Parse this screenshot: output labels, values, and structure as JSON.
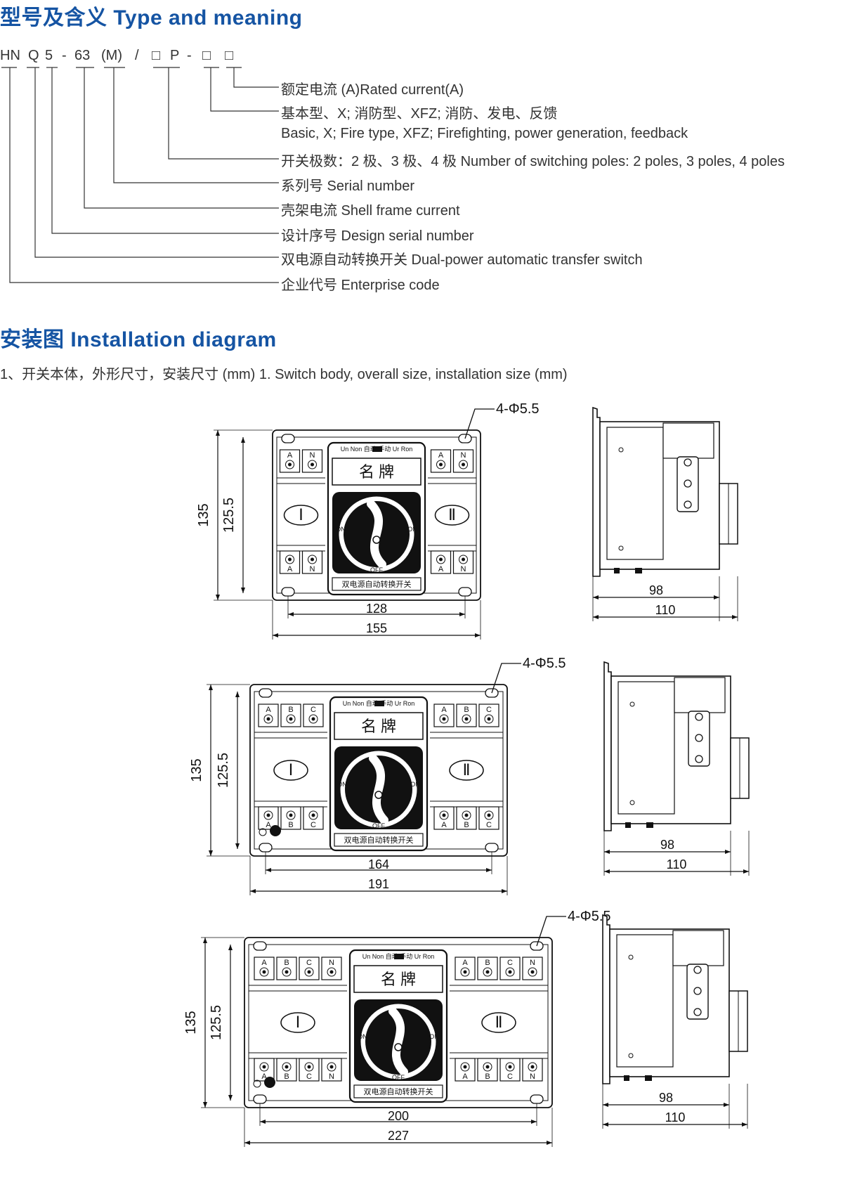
{
  "type_section": {
    "title": "型号及含义 Type and meaning",
    "code_parts": [
      "HN",
      "Q",
      "5",
      "-",
      "63",
      "(M)",
      "/",
      "□",
      "P",
      "-",
      "□",
      "□"
    ],
    "lines": [
      "额定电流 (A)Rated current(A)",
      "基本型、X; 消防型、XFZ; 消防、发电、反馈",
      "Basic, X; Fire type, XFZ; Firefighting, power generation, feedback",
      "开关极数：2 极、3 极、4 极 Number of switching poles: 2 poles, 3 poles, 4 poles",
      "系列号 Serial number",
      "壳架电流 Shell frame current",
      "设计序号 Design serial number",
      "双电源自动转换开关 Dual-power automatic transfer switch",
      "企业代号 Enterprise code"
    ]
  },
  "install_section": {
    "title": "安装图 Installation diagram",
    "subtitle": "1、开关本体，外形尺寸，安装尺寸 (mm) 1. Switch body, overall size, installation size (mm)"
  },
  "panel_labels": {
    "top_indicators": "Un Non 自动  手动 Ur Ron",
    "nameplate": "名  牌",
    "bottom_label": "双电源自动转换开关",
    "on": "ON",
    "off": "OFF",
    "source_1": "Ⅰ",
    "source_2": "Ⅱ"
  },
  "diagrams": [
    {
      "poles": 2,
      "terminals": [
        "A",
        "N"
      ],
      "hole_label": "4-Φ5.5",
      "height_outer": "135",
      "height_mount": "125.5",
      "width_mount": "128",
      "width_outer": "155",
      "side_depth_inner": "98",
      "side_depth_outer": "110"
    },
    {
      "poles": 3,
      "terminals": [
        "A",
        "B",
        "C"
      ],
      "hole_label": "4-Φ5.5",
      "height_outer": "135",
      "height_mount": "125.5",
      "width_mount": "164",
      "width_outer": "191",
      "side_depth_inner": "98",
      "side_depth_outer": "110"
    },
    {
      "poles": 4,
      "terminals": [
        "A",
        "B",
        "C",
        "N"
      ],
      "hole_label": "4-Φ5.5",
      "height_outer": "135",
      "height_mount": "125.5",
      "width_mount": "200",
      "width_outer": "227",
      "side_depth_inner": "98",
      "side_depth_outer": "110"
    }
  ]
}
